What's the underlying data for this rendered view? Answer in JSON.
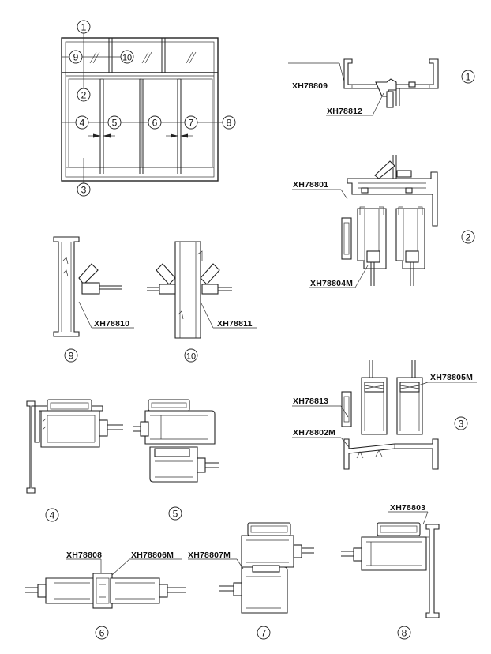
{
  "window_callouts": [
    "1",
    "2",
    "3",
    "4",
    "5",
    "6",
    "7",
    "8",
    "9",
    "10"
  ],
  "codes": {
    "c1a": "XH78809",
    "c1b": "XH78812",
    "c2a": "XH78801",
    "c2b": "XH78804M",
    "c3a": "XH78813",
    "c3b": "XH78805M",
    "c3c": "XH78802M",
    "c9": "XH78810",
    "c10": "XH78811",
    "c6a": "XH78808",
    "c6b": "XH78806M",
    "c7": "XH78807M",
    "c8": "XH78803"
  },
  "section_labels": {
    "s1": "1",
    "s2": "2",
    "s3": "3",
    "s4": "4",
    "s5": "5",
    "s6": "6",
    "s7": "7",
    "s8": "8",
    "s9": "9",
    "s10": "10"
  }
}
